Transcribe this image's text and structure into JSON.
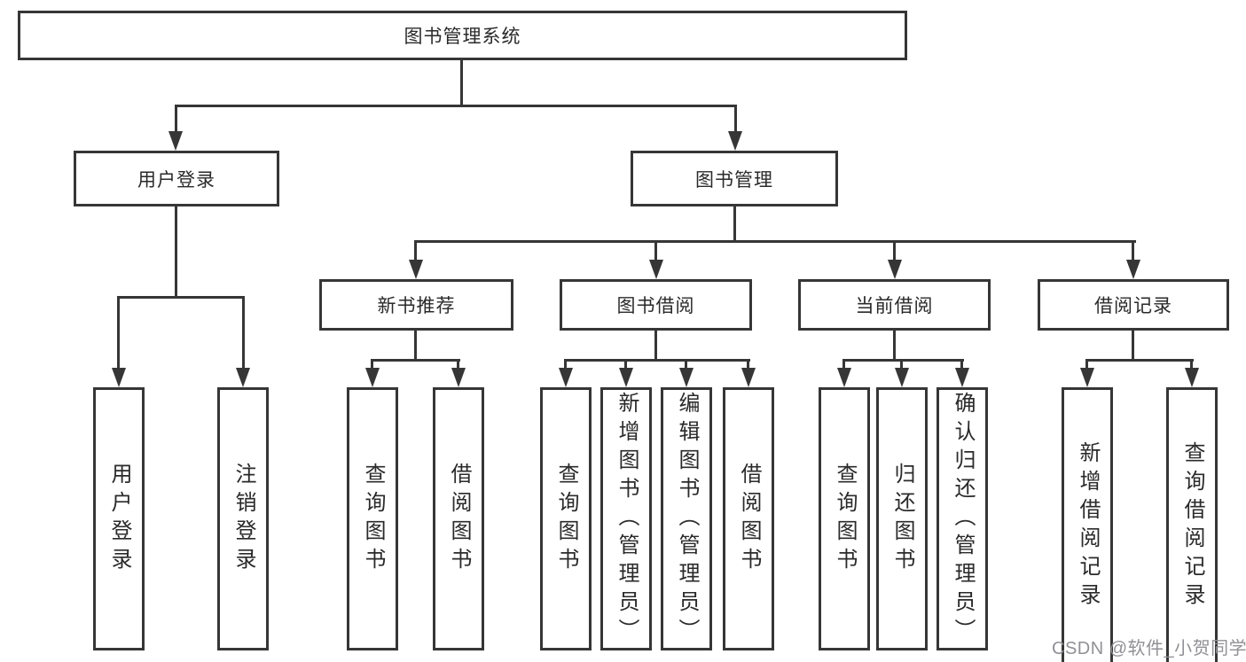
{
  "title": "图书管理系统",
  "level2": [
    {
      "label": "用户登录"
    },
    {
      "label": "图书管理"
    }
  ],
  "level3": [
    {
      "label": "新书推荐"
    },
    {
      "label": "图书借阅"
    },
    {
      "label": "当前借阅"
    },
    {
      "label": "借阅记录"
    }
  ],
  "leaves": [
    {
      "label": "用户登录"
    },
    {
      "label": "注销登录"
    },
    {
      "label": "查询图书"
    },
    {
      "label": "借阅图书"
    },
    {
      "label": "查询图书"
    },
    {
      "label": "新增图书（管理员）"
    },
    {
      "label": "编辑图书（管理员）"
    },
    {
      "label": "借阅图书"
    },
    {
      "label": "查询图书"
    },
    {
      "label": "归还图书"
    },
    {
      "label": "确认归还（管理员）"
    },
    {
      "label": "新增借阅记录"
    },
    {
      "label": "查询借阅记录"
    }
  ],
  "watermark": "CSDN @软件_小贺同学",
  "colors": {
    "line": "#363636",
    "text": "#2a2a2a",
    "watermark": "#909096",
    "background": "#ffffff"
  }
}
